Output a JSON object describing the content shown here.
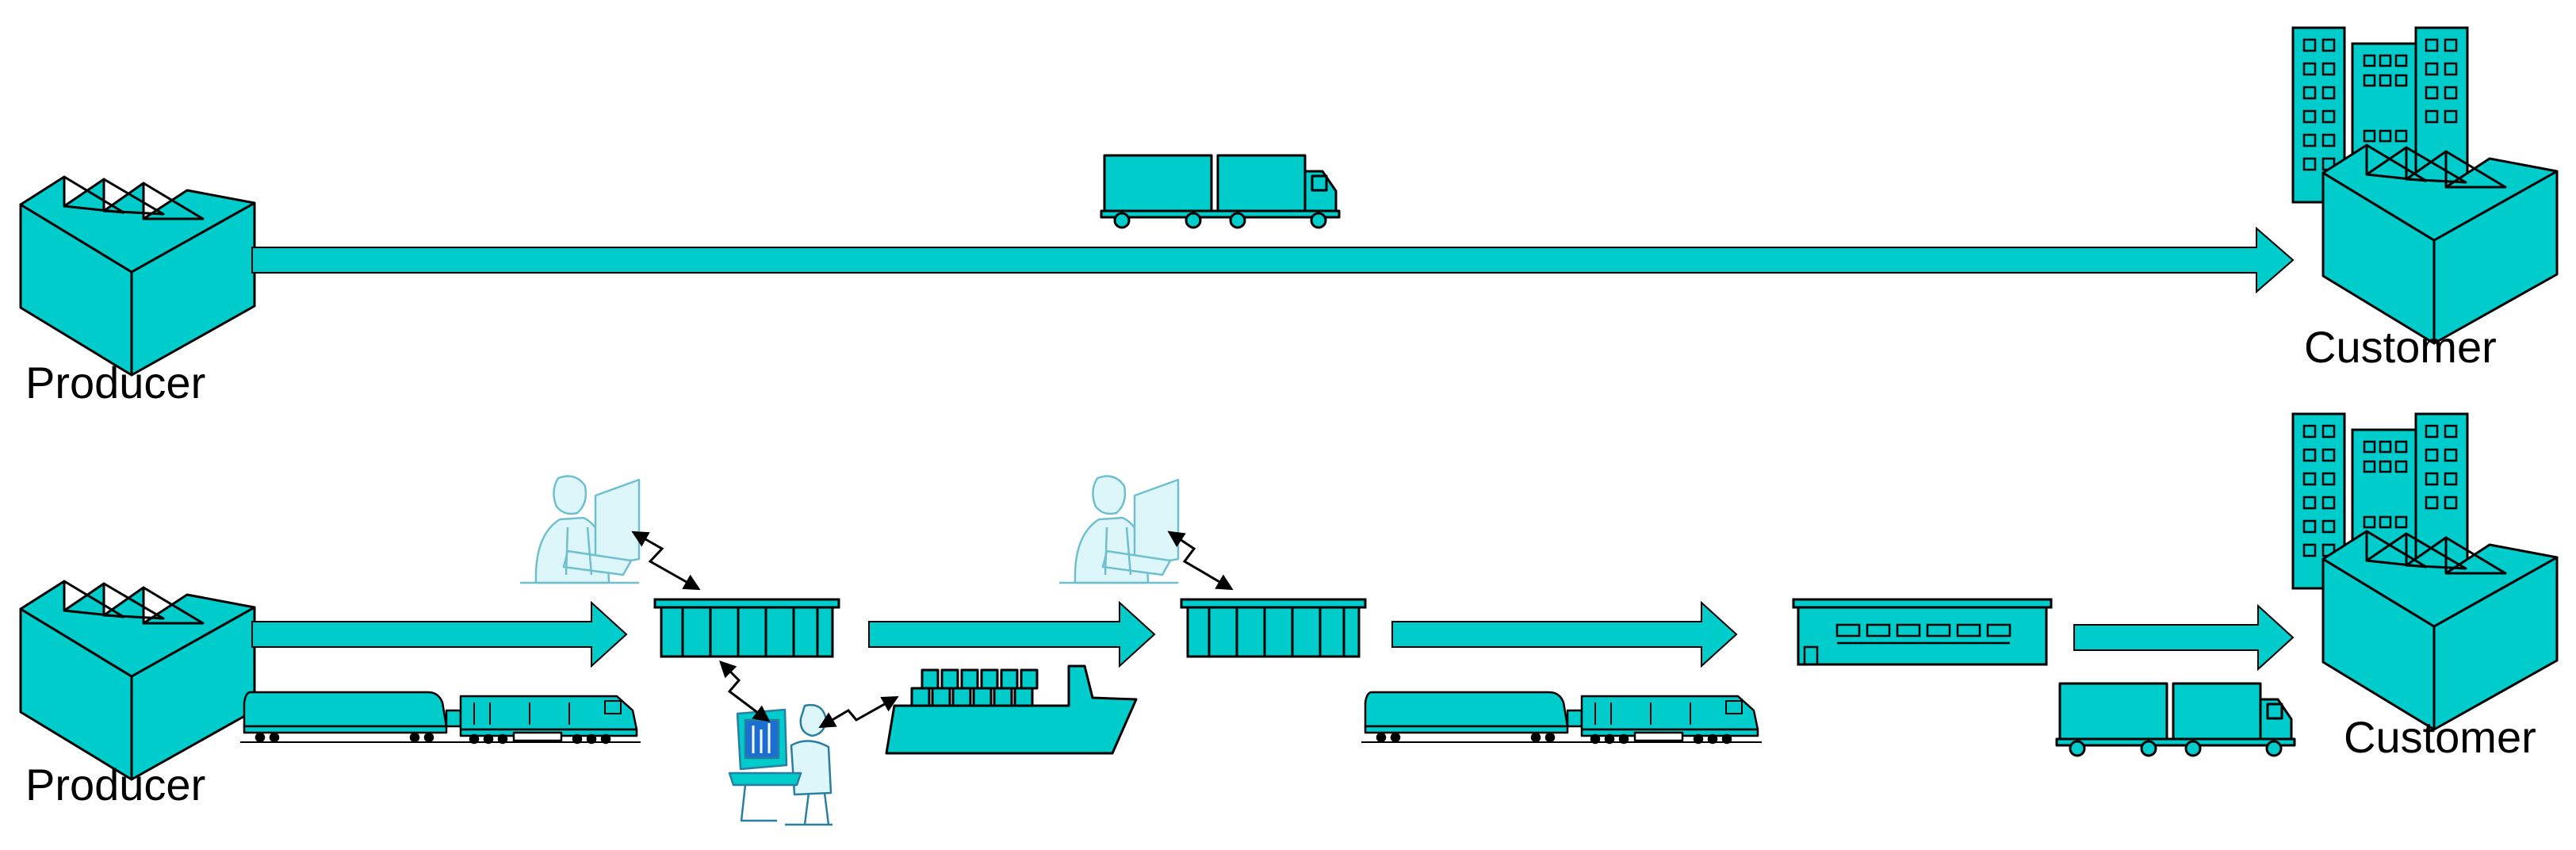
{
  "labels": {
    "top_producer": "Producer",
    "top_customer": "Customer",
    "bottom_producer": "Producer",
    "bottom_customer": "Customer"
  },
  "colors": {
    "fill": "#00CCCC",
    "stroke": "#000000",
    "person_fill": "#DDF6FA",
    "person_stroke": "#6FBFCF"
  },
  "icons": [
    "factory-icon",
    "office-buildings-icon",
    "truck-icon",
    "train-icon",
    "ship-icon",
    "warehouse-icon",
    "office-worker-icon",
    "computer-operator-icon",
    "double-arrow-icon"
  ]
}
